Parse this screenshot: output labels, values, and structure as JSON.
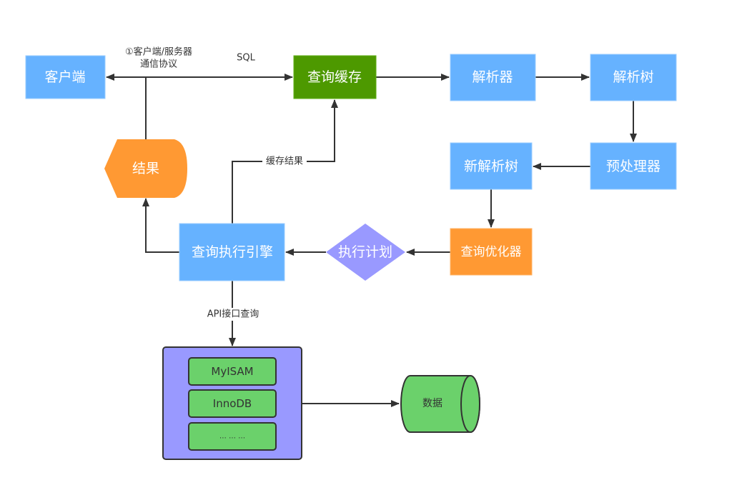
{
  "diagram": {
    "title": "MySQL query execution flow",
    "colors": {
      "blue_box": "#66b2ff",
      "green_box": "#4d9900",
      "orange_box": "#ff9933",
      "purple": "#9999ff",
      "storage_green": "#6bd16b",
      "edge": "#333333"
    },
    "nodes": {
      "client": "客户端",
      "query_cache": "查询缓存",
      "parser": "解析器",
      "parse_tree": "解析树",
      "preprocessor": "预处理器",
      "new_parse_tree": "新解析树",
      "query_optimizer": "查询优化器",
      "execution_plan": "执行计划",
      "query_execution_engine": "查询执行引擎",
      "result": "结果",
      "storage_engines": [
        "MyISAM",
        "InnoDB",
        "…  …  …"
      ],
      "data": "数据"
    },
    "edge_labels": {
      "protocol_line1": "①客户端/服务器",
      "protocol_line2": "通信协议",
      "sql": "SQL",
      "cache_result": "缓存结果",
      "api_query": "API接口查询"
    }
  }
}
